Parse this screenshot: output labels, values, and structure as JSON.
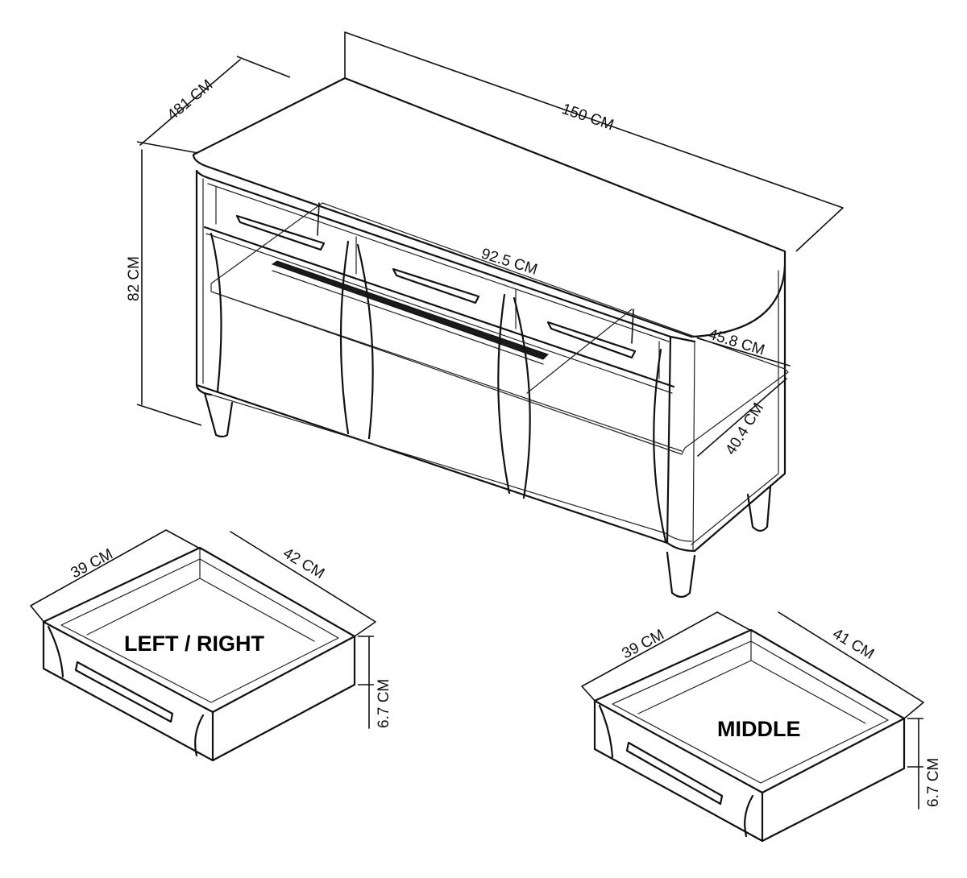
{
  "labels": {
    "cabinet_depth": "481 CM",
    "cabinet_width": "150 CM",
    "cabinet_height": "82 CM",
    "inner_width": "92.5 CM",
    "shelf_depth_outer": "45.8 CM",
    "shelf_depth_inner": "40.4 CM",
    "lr_drawer_width": "39 CM",
    "lr_drawer_depth": "42 CM",
    "lr_drawer_height": "6.7 CM",
    "lr_drawer_name": "LEFT / RIGHT",
    "mid_drawer_width": "39 CM",
    "mid_drawer_depth": "41 CM",
    "mid_drawer_height": "6.7 CM",
    "mid_drawer_name": "MIDDLE"
  }
}
